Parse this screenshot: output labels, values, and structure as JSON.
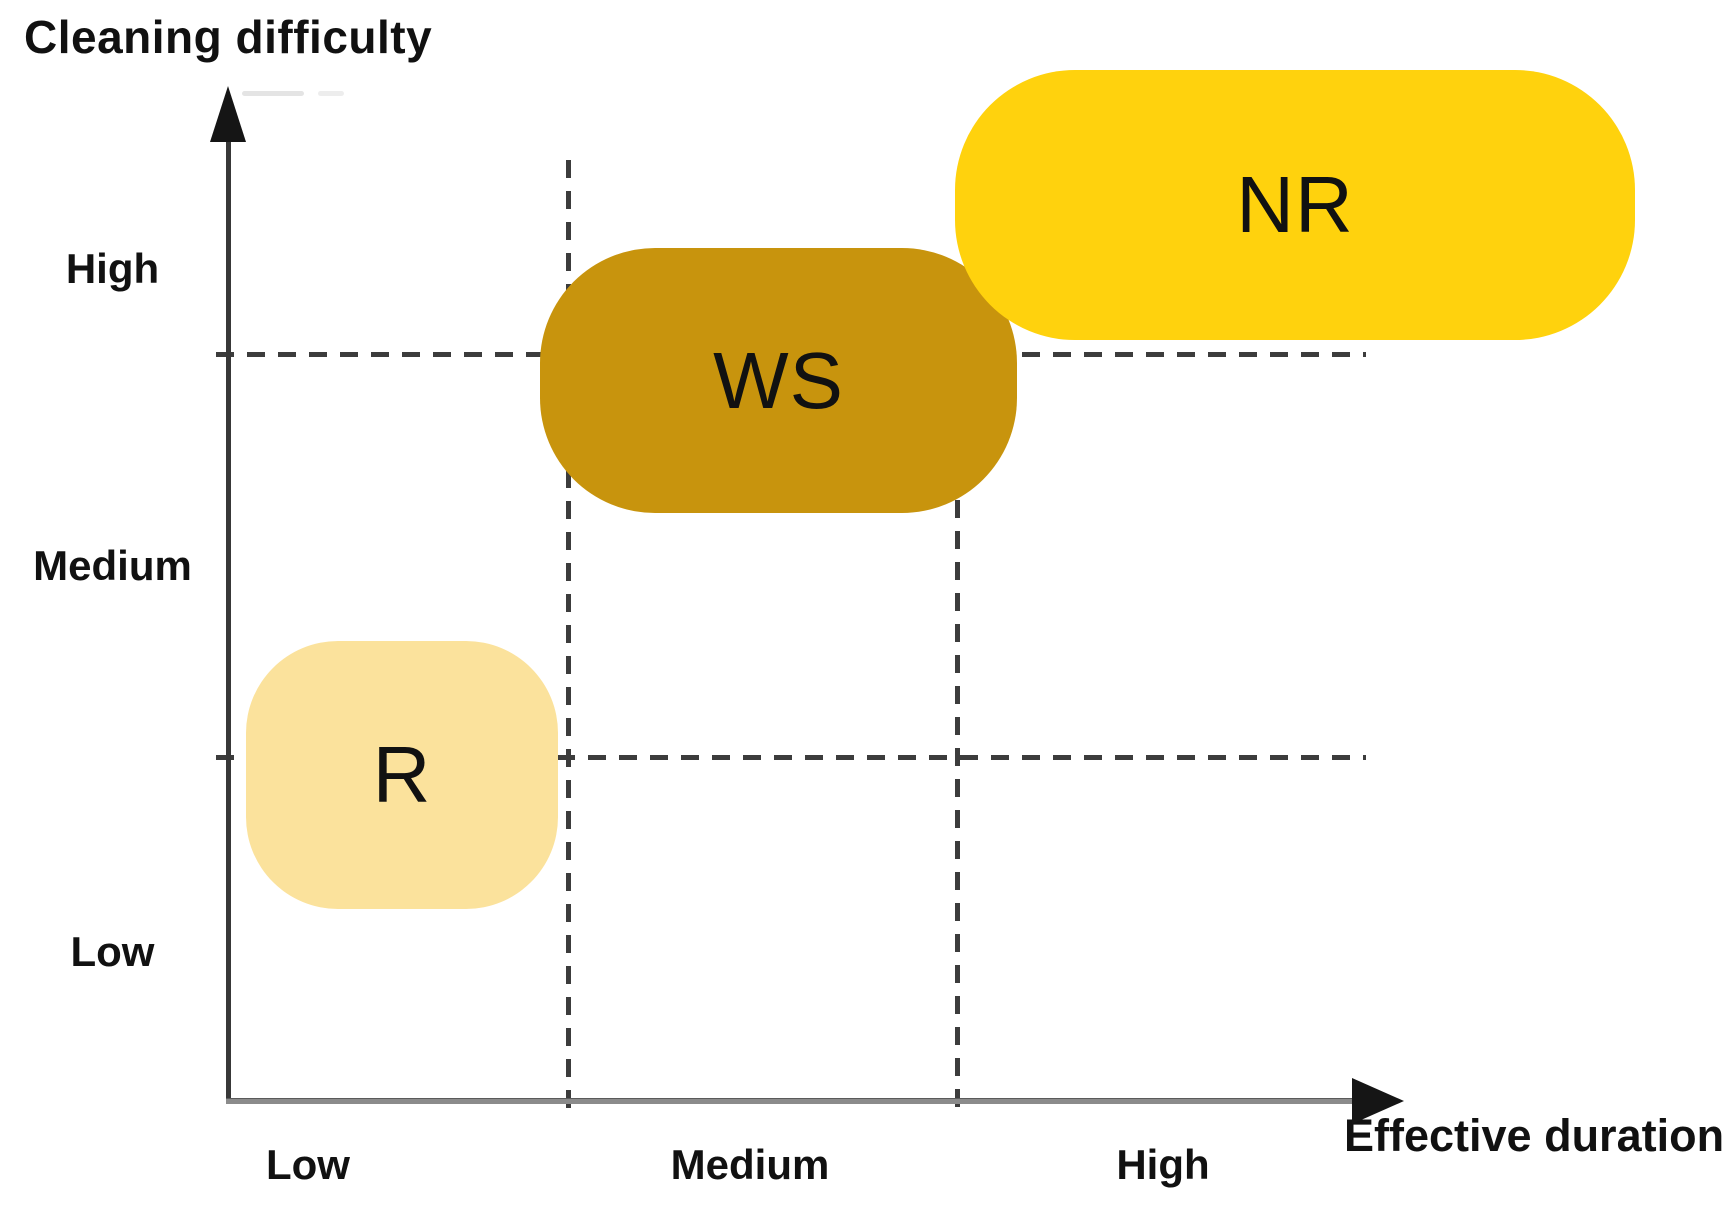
{
  "y_axis": {
    "title": "Cleaning difficulty",
    "tick_labels": [
      "Low",
      "Medium",
      "High"
    ]
  },
  "x_axis": {
    "title": "Effective duration",
    "tick_labels": [
      "Low",
      "Medium",
      "High"
    ]
  },
  "regions": [
    {
      "id": "R",
      "label": "R",
      "color": "#FBE29C",
      "x_band": "Low",
      "y_band": "Low–Medium boundary"
    },
    {
      "id": "WS",
      "label": "WS",
      "color": "#C8940D",
      "x_band": "Medium",
      "y_band": "Medium–High boundary"
    },
    {
      "id": "NR",
      "label": "NR",
      "color": "#FFD20D",
      "x_band": "High",
      "y_band": "High"
    }
  ],
  "colors": {
    "region_r": "#FBE29C",
    "region_ws": "#C8940D",
    "region_nr": "#FFD20D",
    "dashed_guide": "#3c3c3c",
    "y_axis_line": "#383838",
    "x_axis_line": "#8b8b8b",
    "text": "#111111"
  },
  "chart_data": {
    "type": "scatter",
    "title": "",
    "xlabel": "Effective duration",
    "ylabel": "Cleaning difficulty",
    "x_tick_labels": [
      "Low",
      "Medium",
      "High"
    ],
    "y_tick_labels": [
      "Low",
      "Medium",
      "High"
    ],
    "axis_scale_note": "Qualitative axes; band boundaries at 1 (Low|Medium) and 2 (Medium|High) on a 0–3 scale marked by dashed guide lines",
    "grid": "dashed guide lines at band boundaries (two vertical, two horizontal), ticks crossing both axes",
    "legend_position": "none",
    "points": [
      {
        "label": "R",
        "x_center": 0.5,
        "y_center": 0.95,
        "x_band": "Low",
        "y_band": "straddles Low–Medium boundary",
        "color": "#FBE29C",
        "shape": "rounded rectangle"
      },
      {
        "label": "WS",
        "x_center": 1.55,
        "y_center": 1.95,
        "x_band": "Medium",
        "y_band": "straddles Medium–High boundary",
        "color": "#C8940D",
        "shape": "rounded rectangle"
      },
      {
        "label": "NR",
        "x_center": 2.85,
        "y_center": 2.4,
        "x_band": "High",
        "y_band": "High (above Medium–High line)",
        "color": "#FFD20D",
        "shape": "rounded rectangle"
      }
    ]
  }
}
